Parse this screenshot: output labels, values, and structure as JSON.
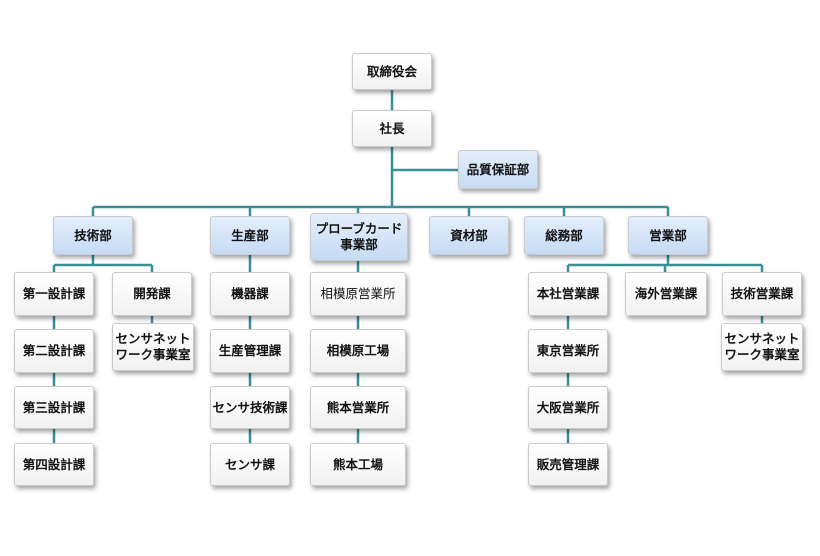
{
  "org": {
    "board": "取締役会",
    "president": "社長",
    "qa": "品質保証部",
    "tech": "技術部",
    "design1": "第一設計課",
    "design2": "第二設計課",
    "design3": "第三設計課",
    "design4": "第四設計課",
    "dev": "開発課",
    "sensor_works_1": "センサネット\nワーク事業室",
    "production": "生産部",
    "equipment": "機器課",
    "prod_mgmt": "生産管理課",
    "sensor_tech": "センサ技術課",
    "sensor": "センサ課",
    "probe_card": "プローブカード\n事業部",
    "sagami_sales": "相模原営業所",
    "sagami_factory": "相模原工場",
    "kumamoto_sales": "熊本営業所",
    "kumamoto_factory": "熊本工場",
    "materials": "資材部",
    "general_affairs": "総務部",
    "sales": "営業部",
    "hq_sales": "本社営業課",
    "tokyo_sales": "東京営業所",
    "osaka_sales": "大阪営業所",
    "sales_mgmt": "販売管理課",
    "overseas_sales": "海外営業課",
    "tech_sales": "技術営業課",
    "sensor_works_2": "センサネット\nワーク事業室"
  },
  "colors": {
    "connector": "#3a8f96",
    "department_fill": "#c6dbf4",
    "unit_fill": "#ffffff"
  }
}
